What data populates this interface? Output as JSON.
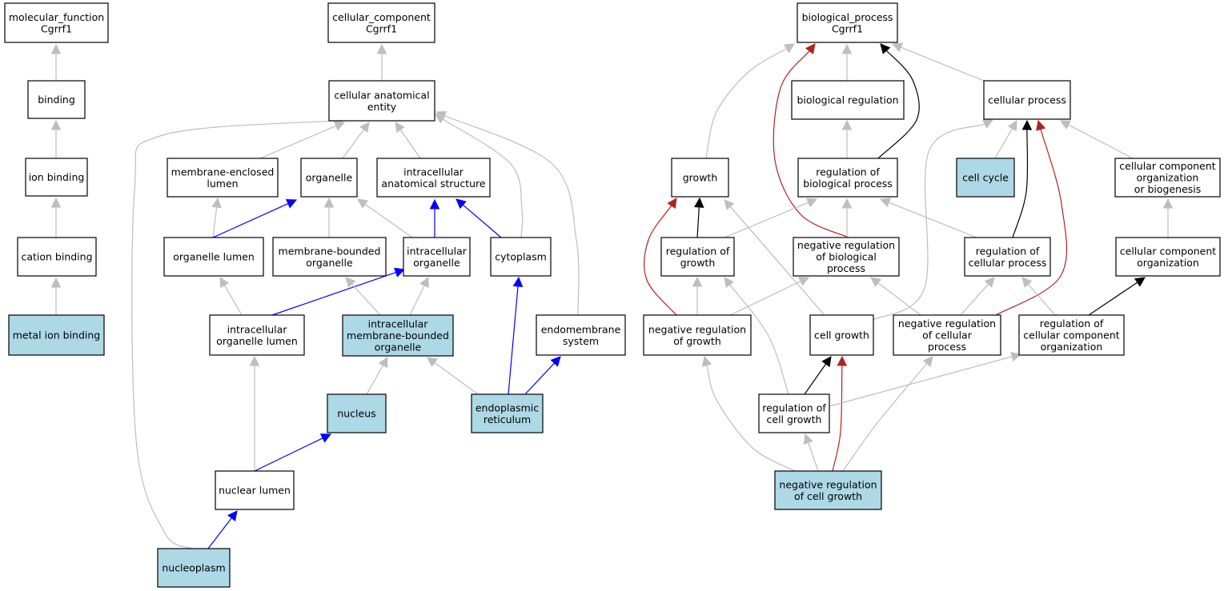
{
  "colors": {
    "highlight_fill": "#add8e6",
    "node_fill": "#ffffff",
    "edge_is_a": "#bebebe",
    "edge_part_of": "#0000ff",
    "edge_regulates": "#000000",
    "edge_negatively_regulates": "#b22222"
  },
  "nodes": [
    {
      "id": "mf",
      "lines": [
        "molecular_function",
        "Cgrrf1"
      ],
      "highlight": false
    },
    {
      "id": "binding",
      "lines": [
        "binding"
      ],
      "highlight": false
    },
    {
      "id": "ionbinding",
      "lines": [
        "ion binding"
      ],
      "highlight": false
    },
    {
      "id": "cationbinding",
      "lines": [
        "cation binding"
      ],
      "highlight": false
    },
    {
      "id": "metalion",
      "lines": [
        "metal ion binding"
      ],
      "highlight": true
    },
    {
      "id": "cc",
      "lines": [
        "cellular_component",
        "Cgrrf1"
      ],
      "highlight": false
    },
    {
      "id": "cae",
      "lines": [
        "cellular anatomical",
        "entity"
      ],
      "highlight": false
    },
    {
      "id": "mel",
      "lines": [
        "membrane-enclosed",
        "lumen"
      ],
      "highlight": false
    },
    {
      "id": "organelle",
      "lines": [
        "organelle"
      ],
      "highlight": false
    },
    {
      "id": "ias",
      "lines": [
        "intracellular",
        "anatomical structure"
      ],
      "highlight": false
    },
    {
      "id": "orglumen",
      "lines": [
        "organelle lumen"
      ],
      "highlight": false
    },
    {
      "id": "mbo",
      "lines": [
        "membrane-bounded",
        "organelle"
      ],
      "highlight": false
    },
    {
      "id": "io",
      "lines": [
        "intracellular",
        "organelle"
      ],
      "highlight": false
    },
    {
      "id": "cytoplasm",
      "lines": [
        "cytoplasm"
      ],
      "highlight": false
    },
    {
      "id": "iol",
      "lines": [
        "intracellular",
        "organelle lumen"
      ],
      "highlight": false
    },
    {
      "id": "imbo",
      "lines": [
        "intracellular",
        "membrane-bounded",
        "organelle"
      ],
      "highlight": true
    },
    {
      "id": "endosys",
      "lines": [
        "endomembrane",
        "system"
      ],
      "highlight": false
    },
    {
      "id": "nucleus",
      "lines": [
        "nucleus"
      ],
      "highlight": true
    },
    {
      "id": "er",
      "lines": [
        "endoplasmic",
        "reticulum"
      ],
      "highlight": true
    },
    {
      "id": "nuclumen",
      "lines": [
        "nuclear lumen"
      ],
      "highlight": false
    },
    {
      "id": "nucleoplasm",
      "lines": [
        "nucleoplasm"
      ],
      "highlight": true
    },
    {
      "id": "bp",
      "lines": [
        "biological_process",
        "Cgrrf1"
      ],
      "highlight": false
    },
    {
      "id": "bioreg",
      "lines": [
        "biological regulation"
      ],
      "highlight": false
    },
    {
      "id": "cellproc",
      "lines": [
        "cellular process"
      ],
      "highlight": false
    },
    {
      "id": "growth",
      "lines": [
        "growth"
      ],
      "highlight": false
    },
    {
      "id": "regbp",
      "lines": [
        "regulation of",
        "biological process"
      ],
      "highlight": false
    },
    {
      "id": "cellcycle",
      "lines": [
        "cell cycle"
      ],
      "highlight": true
    },
    {
      "id": "ccob",
      "lines": [
        "cellular component",
        "organization",
        "or biogenesis"
      ],
      "highlight": false
    },
    {
      "id": "reggrowth",
      "lines": [
        "regulation of",
        "growth"
      ],
      "highlight": false
    },
    {
      "id": "negregbp",
      "lines": [
        "negative regulation",
        "of biological",
        "process"
      ],
      "highlight": false
    },
    {
      "id": "regcp",
      "lines": [
        "regulation of",
        "cellular process"
      ],
      "highlight": false
    },
    {
      "id": "cco",
      "lines": [
        "cellular component",
        "organization"
      ],
      "highlight": false
    },
    {
      "id": "neggrowth",
      "lines": [
        "negative regulation",
        "of growth"
      ],
      "highlight": false
    },
    {
      "id": "cellgrowth",
      "lines": [
        "cell growth"
      ],
      "highlight": false
    },
    {
      "id": "negregcp",
      "lines": [
        "negative regulation",
        "of cellular",
        "process"
      ],
      "highlight": false
    },
    {
      "id": "regcco",
      "lines": [
        "regulation of",
        "cellular component",
        "organization"
      ],
      "highlight": false
    },
    {
      "id": "regcg",
      "lines": [
        "regulation of",
        "cell growth"
      ],
      "highlight": false
    },
    {
      "id": "negregcg",
      "lines": [
        "negative regulation",
        "of cell growth"
      ],
      "highlight": true
    }
  ],
  "edges": [
    {
      "from": "binding",
      "to": "mf",
      "type": "is_a"
    },
    {
      "from": "ionbinding",
      "to": "binding",
      "type": "is_a"
    },
    {
      "from": "cationbinding",
      "to": "ionbinding",
      "type": "is_a"
    },
    {
      "from": "metalion",
      "to": "cationbinding",
      "type": "is_a"
    },
    {
      "from": "cae",
      "to": "cc",
      "type": "is_a"
    },
    {
      "from": "mel",
      "to": "cae",
      "type": "is_a"
    },
    {
      "from": "organelle",
      "to": "cae",
      "type": "is_a"
    },
    {
      "from": "ias",
      "to": "cae",
      "type": "is_a"
    },
    {
      "from": "cytoplasm",
      "to": "cae",
      "type": "is_a"
    },
    {
      "from": "endosys",
      "to": "cae",
      "type": "is_a"
    },
    {
      "from": "nucleoplasm",
      "to": "cae",
      "type": "is_a"
    },
    {
      "from": "orglumen",
      "to": "mel",
      "type": "is_a"
    },
    {
      "from": "orglumen",
      "to": "organelle",
      "type": "part_of"
    },
    {
      "from": "mbo",
      "to": "organelle",
      "type": "is_a"
    },
    {
      "from": "io",
      "to": "organelle",
      "type": "is_a"
    },
    {
      "from": "io",
      "to": "ias",
      "type": "part_of"
    },
    {
      "from": "cytoplasm",
      "to": "ias",
      "type": "part_of"
    },
    {
      "from": "iol",
      "to": "orglumen",
      "type": "is_a"
    },
    {
      "from": "iol",
      "to": "io",
      "type": "part_of"
    },
    {
      "from": "imbo",
      "to": "mbo",
      "type": "is_a"
    },
    {
      "from": "imbo",
      "to": "io",
      "type": "is_a"
    },
    {
      "from": "nucleus",
      "to": "imbo",
      "type": "is_a"
    },
    {
      "from": "er",
      "to": "imbo",
      "type": "is_a"
    },
    {
      "from": "er",
      "to": "cytoplasm",
      "type": "part_of"
    },
    {
      "from": "er",
      "to": "endosys",
      "type": "part_of"
    },
    {
      "from": "nuclumen",
      "to": "iol",
      "type": "is_a"
    },
    {
      "from": "nuclumen",
      "to": "nucleus",
      "type": "part_of"
    },
    {
      "from": "nucleoplasm",
      "to": "nuclumen",
      "type": "part_of"
    },
    {
      "from": "bioreg",
      "to": "bp",
      "type": "is_a"
    },
    {
      "from": "cellproc",
      "to": "bp",
      "type": "is_a"
    },
    {
      "from": "growth",
      "to": "bp",
      "type": "is_a"
    },
    {
      "from": "regbp",
      "to": "bp",
      "type": "regulates"
    },
    {
      "from": "negregbp",
      "to": "bp",
      "type": "negatively_regulates"
    },
    {
      "from": "regbp",
      "to": "bioreg",
      "type": "is_a"
    },
    {
      "from": "cellcycle",
      "to": "cellproc",
      "type": "is_a"
    },
    {
      "from": "ccob",
      "to": "cellproc",
      "type": "is_a"
    },
    {
      "from": "cellgrowth",
      "to": "cellproc",
      "type": "is_a"
    },
    {
      "from": "regcp",
      "to": "cellproc",
      "type": "regulates"
    },
    {
      "from": "negregcp",
      "to": "cellproc",
      "type": "negatively_regulates"
    },
    {
      "from": "reggrowth",
      "to": "growth",
      "type": "regulates"
    },
    {
      "from": "neggrowth",
      "to": "growth",
      "type": "negatively_regulates"
    },
    {
      "from": "cellgrowth",
      "to": "growth",
      "type": "is_a"
    },
    {
      "from": "reggrowth",
      "to": "regbp",
      "type": "is_a"
    },
    {
      "from": "negregbp",
      "to": "regbp",
      "type": "is_a"
    },
    {
      "from": "regcp",
      "to": "regbp",
      "type": "is_a"
    },
    {
      "from": "cco",
      "to": "ccob",
      "type": "is_a"
    },
    {
      "from": "neggrowth",
      "to": "reggrowth",
      "type": "is_a"
    },
    {
      "from": "regcg",
      "to": "reggrowth",
      "type": "is_a"
    },
    {
      "from": "neggrowth",
      "to": "negregbp",
      "type": "is_a"
    },
    {
      "from": "negregcp",
      "to": "negregbp",
      "type": "is_a"
    },
    {
      "from": "negregcp",
      "to": "regcp",
      "type": "is_a"
    },
    {
      "from": "regcco",
      "to": "regcp",
      "type": "is_a"
    },
    {
      "from": "regcco",
      "to": "cco",
      "type": "regulates"
    },
    {
      "from": "negregcg",
      "to": "neggrowth",
      "type": "is_a"
    },
    {
      "from": "regcg",
      "to": "cellgrowth",
      "type": "regulates"
    },
    {
      "from": "negregcg",
      "to": "cellgrowth",
      "type": "negatively_regulates"
    },
    {
      "from": "negregcg",
      "to": "negregcp",
      "type": "is_a"
    },
    {
      "from": "regcg",
      "to": "regcco",
      "type": "is_a"
    },
    {
      "from": "negregcg",
      "to": "regcg",
      "type": "is_a"
    }
  ]
}
